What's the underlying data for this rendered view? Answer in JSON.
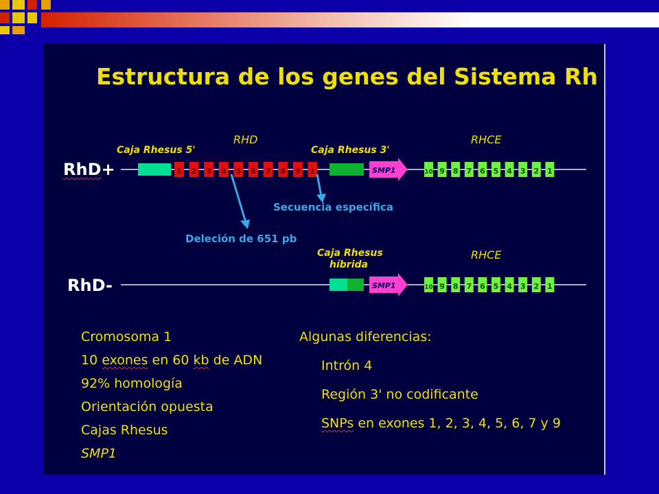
{
  "slide": {
    "title": "Estructura de los genes del Sistema Rh",
    "labels": {
      "caja5": "Caja Rhesus 5'",
      "rhd": "RHD",
      "caja3": "Caja Rhesus 3'",
      "rhce_top": "RHCE",
      "rhce_bottom": "RHCE",
      "caja_hibrida_1": "Caja Rhesus",
      "caja_hibrida_2": "híbrida",
      "rhd_plus_a": "RhD",
      "rhd_plus_b": "+",
      "rhd_minus_a": "RhD",
      "rhd_minus_b": "-",
      "secuencia": "Secuencia específica",
      "delecion": "Deleción de 651 pb",
      "smp1": "SMP1"
    },
    "rhd_exons": [
      "1",
      "2",
      "3",
      "4",
      "5",
      "6",
      "7",
      "8",
      "9",
      "1"
    ],
    "rhce_exons": [
      "10",
      "9",
      "8",
      "7",
      "6",
      "5",
      "4",
      "3",
      "2",
      "1"
    ],
    "left_list": [
      {
        "pre": "Cromosoma 1",
        "squig": "",
        "post": ""
      },
      {
        "pre": "10 ",
        "squig": "exones",
        "post": " en 60 "
      },
      {
        "pre": "92% homología",
        "squig": "",
        "post": ""
      },
      {
        "pre": "Orientación opuesta",
        "squig": "",
        "post": ""
      },
      {
        "pre": "Cajas Rhesus",
        "squig": "",
        "post": ""
      },
      {
        "pre": "SMP1",
        "squig": "",
        "post": ""
      }
    ],
    "left_list_kb": "kb",
    "left_list_adn": " de ADN",
    "right_heading": "Algunas diferencias:",
    "right_list": [
      "Intrón 4",
      "Región 3' no codificante"
    ],
    "snps_squig": "SNPs",
    "snps_rest": " en exones 1, 2, 3, 4, 5, 6, 7 y 9"
  },
  "colors": {
    "background": "#0c00a8",
    "slide": "#00003e",
    "title": "#f0e000",
    "rhd_exon": "#e01010",
    "rhce_exon": "#70f040",
    "caja5_box": "#00e090",
    "caja3_box": "#10b030",
    "smp1": "#ff40d0",
    "arrow": "#38a8e8"
  }
}
